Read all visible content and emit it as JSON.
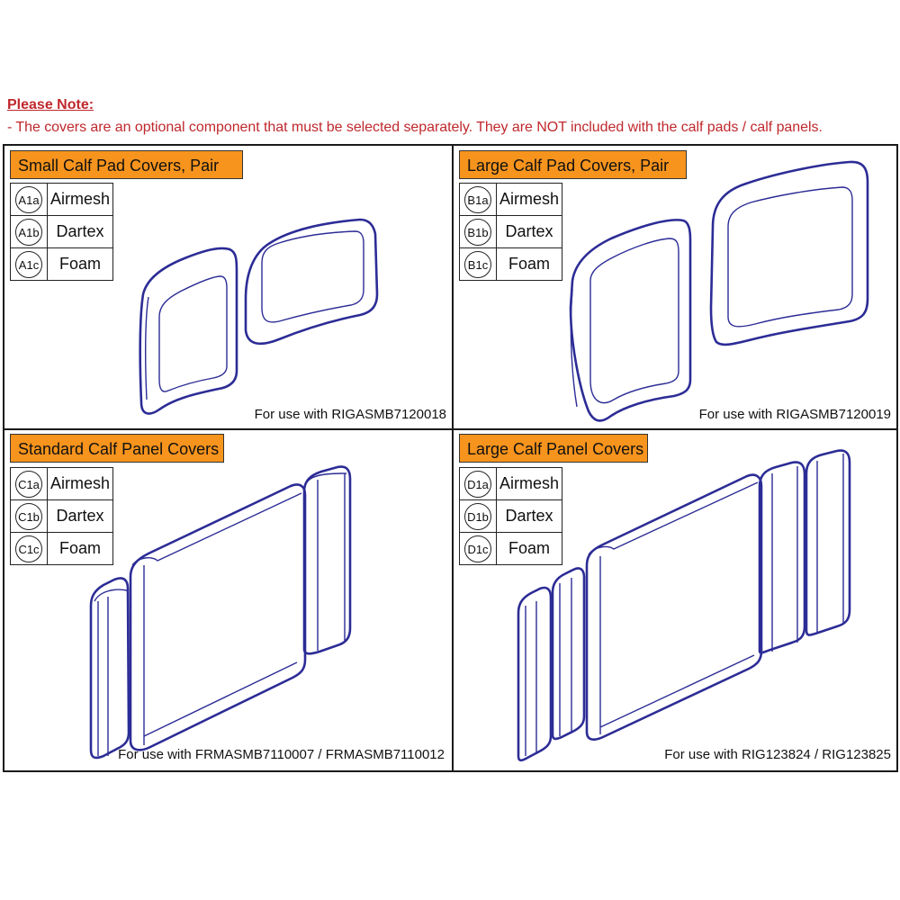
{
  "note": {
    "title": "Please Note:",
    "text": "- The covers are an optional component that must be selected separately. They are NOT included with the calf pads / calf panels."
  },
  "colors": {
    "note_red": "#c0282d",
    "title_orange": "#f7941d",
    "drawing_blue": "#2c2c96"
  },
  "panels": [
    {
      "title": "Small Calf Pad Covers, Pair",
      "options": [
        {
          "code": "A1a",
          "material": "Airmesh"
        },
        {
          "code": "A1b",
          "material": "Dartex"
        },
        {
          "code": "A1c",
          "material": "Foam"
        }
      ],
      "for_use": "For use with RIGASMB7120018"
    },
    {
      "title": "Large Calf Pad Covers, Pair",
      "options": [
        {
          "code": "B1a",
          "material": "Airmesh"
        },
        {
          "code": "B1b",
          "material": "Dartex"
        },
        {
          "code": "B1c",
          "material": "Foam"
        }
      ],
      "for_use": "For use with RIGASMB7120019"
    },
    {
      "title": "Standard Calf Panel Covers",
      "options": [
        {
          "code": "C1a",
          "material": "Airmesh"
        },
        {
          "code": "C1b",
          "material": "Dartex"
        },
        {
          "code": "C1c",
          "material": "Foam"
        }
      ],
      "for_use": "For use with FRMASMB7110007 / FRMASMB7110012"
    },
    {
      "title": "Large Calf Panel Covers",
      "options": [
        {
          "code": "D1a",
          "material": "Airmesh"
        },
        {
          "code": "D1b",
          "material": "Dartex"
        },
        {
          "code": "D1c",
          "material": "Foam"
        }
      ],
      "for_use": "For use with RIG123824 / RIG123825"
    }
  ]
}
